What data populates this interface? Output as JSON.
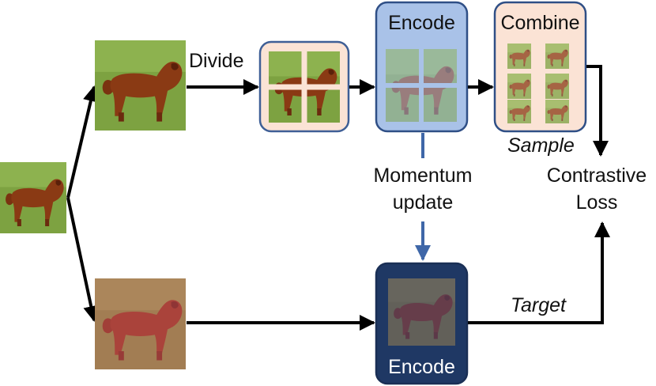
{
  "labels": {
    "divide": "Divide",
    "encode_top": "Encode",
    "combine": "Combine",
    "sample": "Sample",
    "momentum_line1": "Momentum",
    "momentum_line2": "update",
    "contrastive_line1": "Contrastive",
    "contrastive_line2": "Loss",
    "target": "Target",
    "encode_bottom": "Encode"
  },
  "colors": {
    "divide_box_fill": "#fbe3d5",
    "divide_box_stroke": "#3f5f96",
    "encoder_top_fill": "#a9c2e8",
    "encoder_top_stroke": "#2f4f86",
    "encoder_bottom_fill": "#1f3864",
    "combine_box_fill": "#fbe3d5",
    "momentum_arrow": "#3f67a8",
    "arrow": "#000000",
    "dog_fur": "#8a3a14",
    "grass": "#7da241"
  },
  "icons": [
    "dog-image-original",
    "dog-image-view1",
    "dog-image-view2",
    "patch-grid",
    "patch-shuffle"
  ]
}
